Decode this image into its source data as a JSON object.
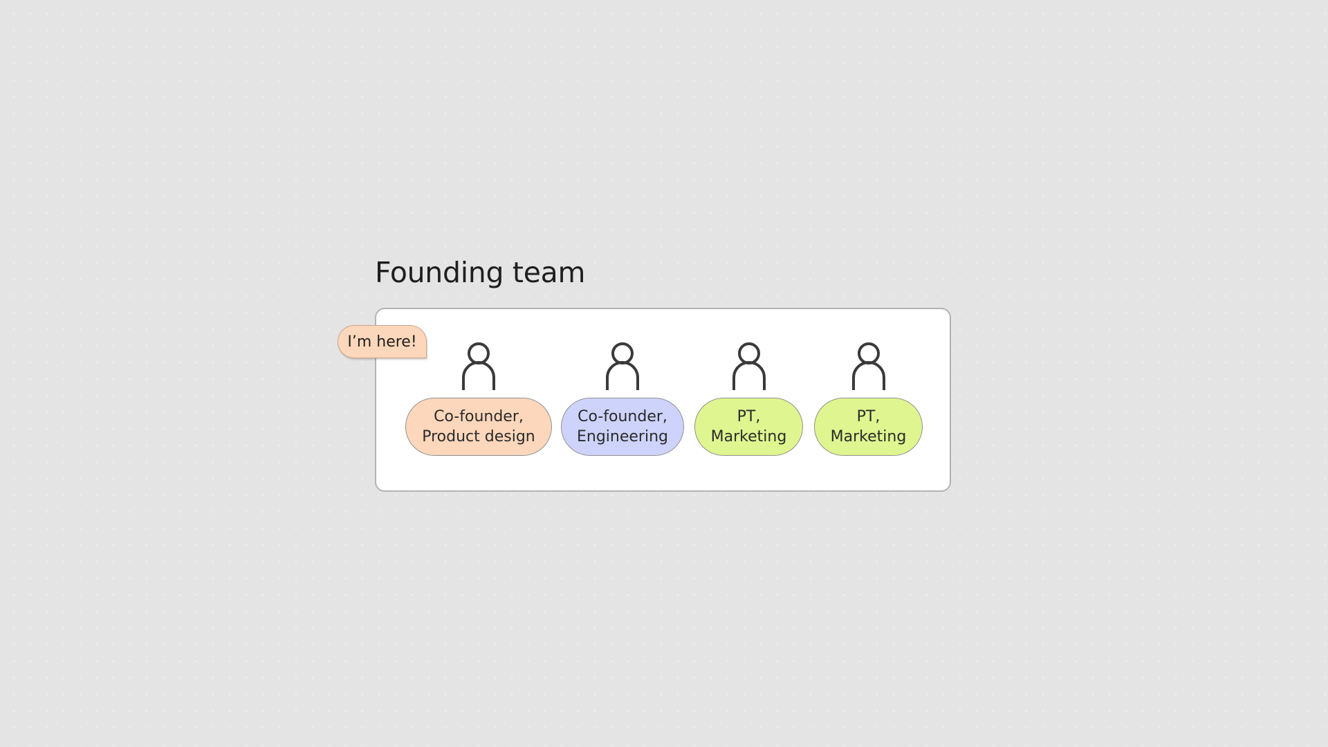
{
  "section": {
    "title": "Founding team"
  },
  "sticky_note": {
    "text": "I’m here!"
  },
  "members": [
    {
      "line1": "Co-founder,",
      "line2": "Product design",
      "color": "#fdd7bb"
    },
    {
      "line1": "Co-founder,",
      "line2": "Engineering",
      "color": "#cdd3fb"
    },
    {
      "line1": "PT,",
      "line2": "Marketing",
      "color": "#dff58f"
    },
    {
      "line1": "PT,",
      "line2": "Marketing",
      "color": "#dff58f"
    }
  ],
  "icons": {
    "person": "person-icon"
  }
}
